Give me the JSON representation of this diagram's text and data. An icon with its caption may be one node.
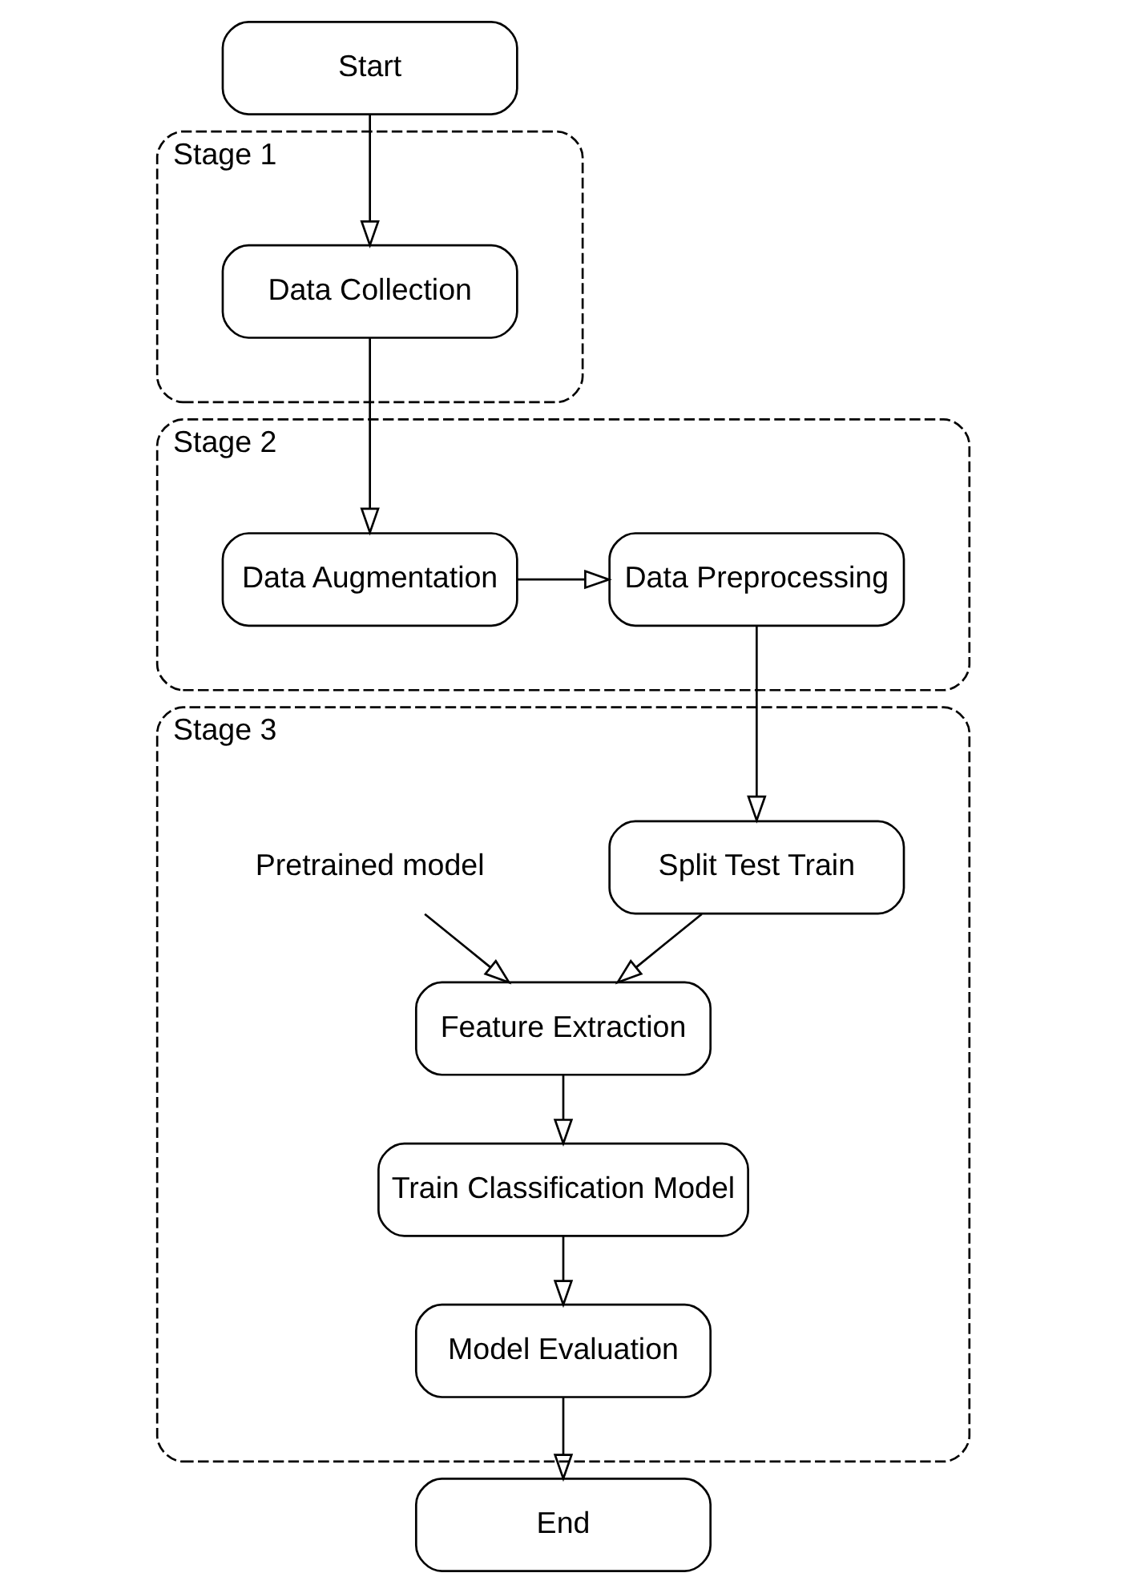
{
  "diagram": {
    "nodes": [
      {
        "text": [
          "Start"
        ]
      },
      {
        "text": [
          "Stage 1"
        ]
      },
      {
        "text": [
          "Data Collection"
        ],
        "in": 1
      },
      {
        "text": [
          "Stage 2"
        ]
      },
      {
        "text": [
          "Data Preprocessing"
        ],
        "in": 3
      },
      {
        "text": [
          "Data Augmentation"
        ],
        "in": 3
      },
      {
        "text": [
          "Stage 3"
        ]
      },
      {
        "text": [
          "Split Test Train"
        ],
        "in": 6
      },
      {
        "text": [
          "Feature Extraction"
        ],
        "in": 6
      },
      {
        "text": [
          "Pretrained model"
        ],
        "in": 6
      },
      {
        "text": [
          "Train Classification Model"
        ],
        "in": 6
      },
      {
        "text": [
          "Model Evaluation"
        ],
        "in": 6
      },
      {
        "text": [
          "End"
        ]
      }
    ],
    "edges": [
      {
        "from": 0,
        "to": 2,
        "arrow": "to"
      },
      {
        "from": 2,
        "to": 5,
        "arrow": "to"
      },
      {
        "from": 5,
        "to": 4,
        "arrow": "to"
      },
      {
        "from": 4,
        "to": 7,
        "arrow": "to"
      },
      {
        "from": 7,
        "to": 8,
        "arrow": "to"
      },
      {
        "from": 9,
        "to": 8,
        "arrow": "to"
      },
      {
        "from": 8,
        "to": 10,
        "arrow": "to"
      },
      {
        "from": 10,
        "to": 11,
        "arrow": "to"
      },
      {
        "from": 11,
        "to": 12,
        "arrow": "to"
      }
    ]
  }
}
